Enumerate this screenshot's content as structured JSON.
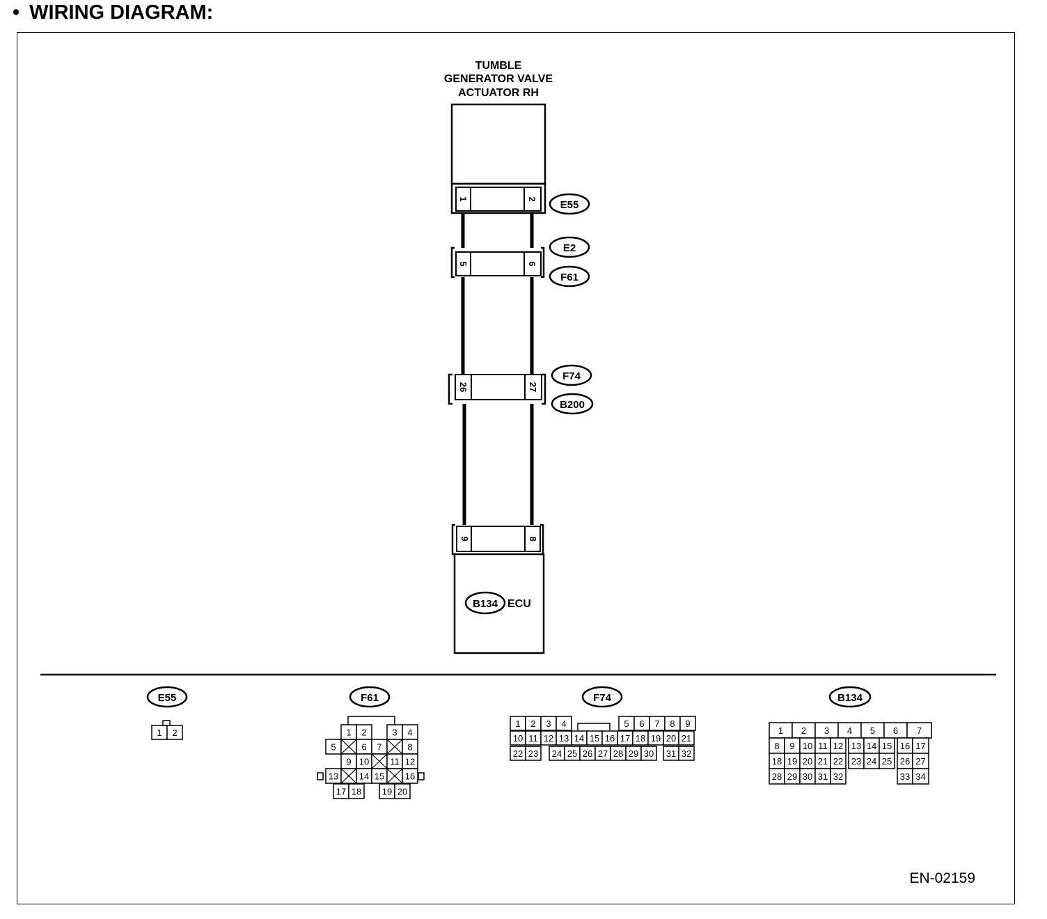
{
  "heading": {
    "bullet": "•",
    "title": "WIRING DIAGRAM:"
  },
  "document_code": "EN-02159",
  "actuator": {
    "label_lines": [
      "TUMBLE",
      "GENERATOR VALVE",
      "ACTUATOR RH"
    ]
  },
  "ecu": {
    "connector": "B134",
    "label": "ECU"
  },
  "connectors": {
    "c1": {
      "left_pin": "1",
      "right_pin": "2",
      "ids": [
        "E55"
      ]
    },
    "c2": {
      "left_pin": "5",
      "right_pin": "6",
      "ids": [
        "E2",
        "F61"
      ]
    },
    "c3": {
      "left_pin": "26",
      "right_pin": "27",
      "ids": [
        "F74",
        "B200"
      ]
    },
    "c4": {
      "left_pin": "9",
      "right_pin": "8",
      "ids": []
    }
  },
  "faces": [
    {
      "id": "E55",
      "cells": [
        "1",
        "2"
      ]
    },
    {
      "id": "F61",
      "cells": [
        "1",
        "2",
        "3",
        "4",
        "5",
        "6",
        "7",
        "8",
        "9",
        "10",
        "11",
        "12",
        "13",
        "14",
        "15",
        "16",
        "17",
        "18",
        "19",
        "20"
      ]
    },
    {
      "id": "F74",
      "cells": [
        "1",
        "2",
        "3",
        "4",
        "5",
        "6",
        "7",
        "8",
        "9",
        "10",
        "11",
        "12",
        "13",
        "14",
        "15",
        "16",
        "17",
        "18",
        "19",
        "20",
        "21",
        "22",
        "23",
        "24",
        "25",
        "26",
        "27",
        "28",
        "29",
        "30",
        "31",
        "32"
      ]
    },
    {
      "id": "B134",
      "cells": [
        "1",
        "2",
        "3",
        "4",
        "5",
        "6",
        "7",
        "8",
        "9",
        "10",
        "11",
        "12",
        "13",
        "14",
        "15",
        "16",
        "17",
        "18",
        "19",
        "20",
        "21",
        "22",
        "23",
        "24",
        "25",
        "26",
        "27",
        "28",
        "29",
        "30",
        "31",
        "32",
        "33",
        "34"
      ]
    }
  ]
}
